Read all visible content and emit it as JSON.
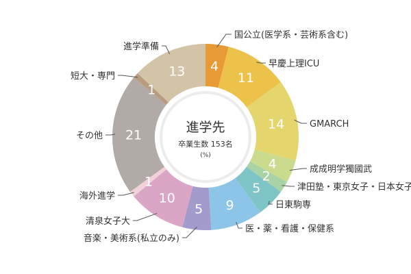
{
  "chart_data": {
    "type": "pie",
    "variant": "donut",
    "center_title": "進学先",
    "center_subtitle": "卒業生数 153名",
    "center_unit": "(%)",
    "slices": [
      {
        "label": "国公立(医学系・芸術系含む)",
        "value": 4,
        "color": "#e89a36"
      },
      {
        "label": "早慶上理ICU",
        "value": 11,
        "color": "#ecc24a"
      },
      {
        "label": "GMARCH",
        "value": 14,
        "color": "#e5d56d"
      },
      {
        "label": "成成明学獨國武",
        "value": 4,
        "color": "#cbdb8e"
      },
      {
        "label": "津田塾・東京女子・日本女子",
        "value": 2,
        "color": "#a9d3a5"
      },
      {
        "label": "日東駒専",
        "value": 5,
        "color": "#7fc4c6"
      },
      {
        "label": "医・薬・看護・保健系",
        "value": 9,
        "color": "#8cc5e7"
      },
      {
        "label": "音楽・美術系(私立のみ)",
        "value": 5,
        "color": "#a39bcc"
      },
      {
        "label": "清泉女子大",
        "value": 10,
        "color": "#dba6c6"
      },
      {
        "label": "海外進学",
        "value": 1,
        "color": "#f3d1da"
      },
      {
        "label": "その他",
        "value": 21,
        "color": "#b1aaa7"
      },
      {
        "label": "短大・専門",
        "value": 1,
        "color": "#b99c80"
      },
      {
        "label": "進学準備",
        "value": 13,
        "color": "#d3c4a8"
      }
    ]
  }
}
